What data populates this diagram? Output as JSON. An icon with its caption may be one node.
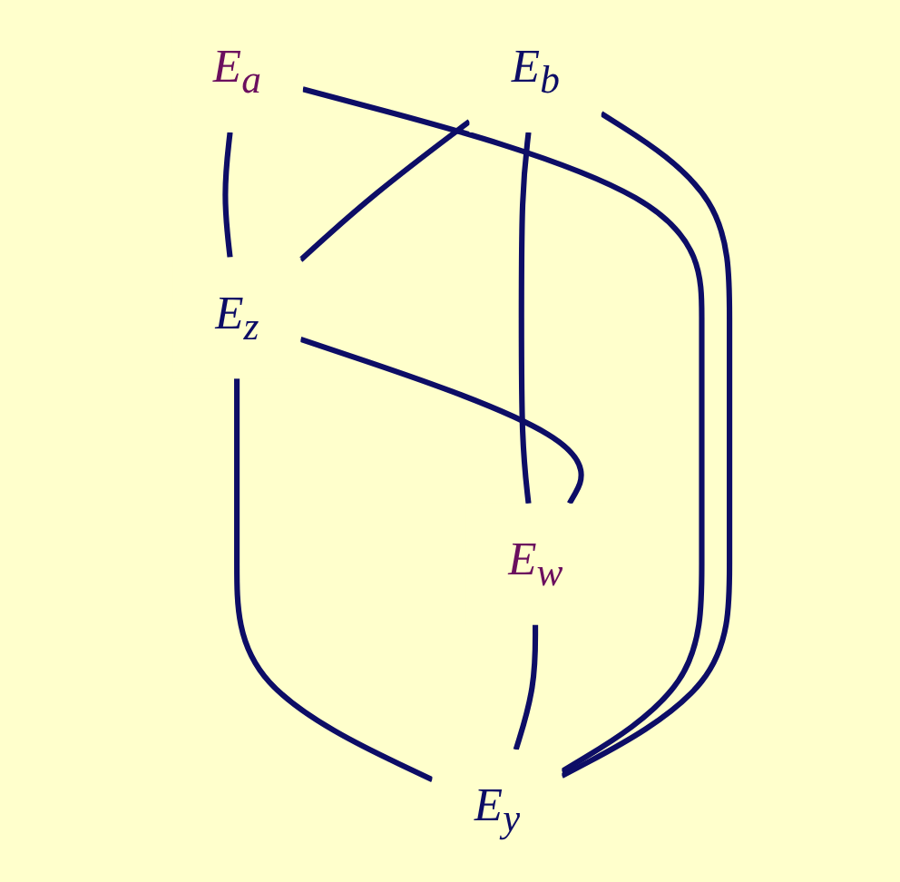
{
  "diagram": {
    "nodes": [
      {
        "text": [
          "E$_{a}$"
        ]
      },
      {
        "text": [
          "E$_{b}$"
        ]
      },
      {
        "text": [
          "E$_{z}$"
        ]
      },
      {
        "text": [
          "E$_{w}$"
        ]
      },
      {
        "text": [
          "E$_{y}$"
        ]
      }
    ],
    "edges": [
      {
        "from": 0,
        "to": 2,
        "arrow": "none"
      },
      {
        "from": 1,
        "to": 2,
        "arrow": "none"
      },
      {
        "from": 1,
        "to": 3,
        "arrow": "none"
      },
      {
        "from": 2,
        "to": 3,
        "arrow": "none"
      },
      {
        "from": 2,
        "to": 4,
        "arrow": "none"
      },
      {
        "from": 3,
        "to": 4,
        "arrow": "none"
      },
      {
        "from": 0,
        "to": 4,
        "arrow": "none"
      },
      {
        "from": 1,
        "to": 4,
        "arrow": "none"
      }
    ]
  }
}
